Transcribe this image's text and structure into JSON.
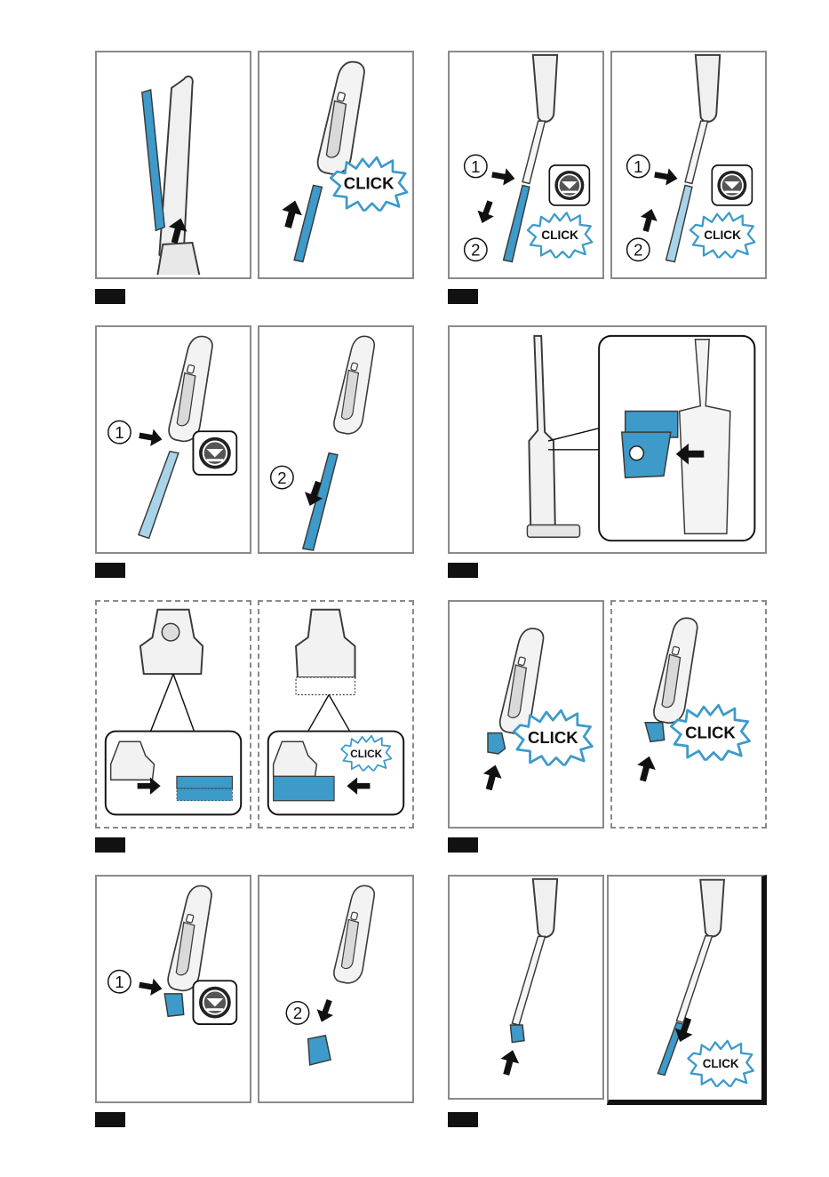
{
  "callouts": {
    "click": "CLICK",
    "step_one": "1",
    "step_two": "2"
  },
  "colors": {
    "accent_blue": "#3d9ac9",
    "light_blue": "#a8d4ea",
    "outline": "#3a3a3a",
    "panel_border": "#8a8a8a",
    "label_box": "#111111"
  },
  "icons": [
    "release-button-icon",
    "arrow-icon",
    "click-burst-icon",
    "brush-attachment-icon",
    "vacuum-handle-icon",
    "extension-tube-icon"
  ]
}
